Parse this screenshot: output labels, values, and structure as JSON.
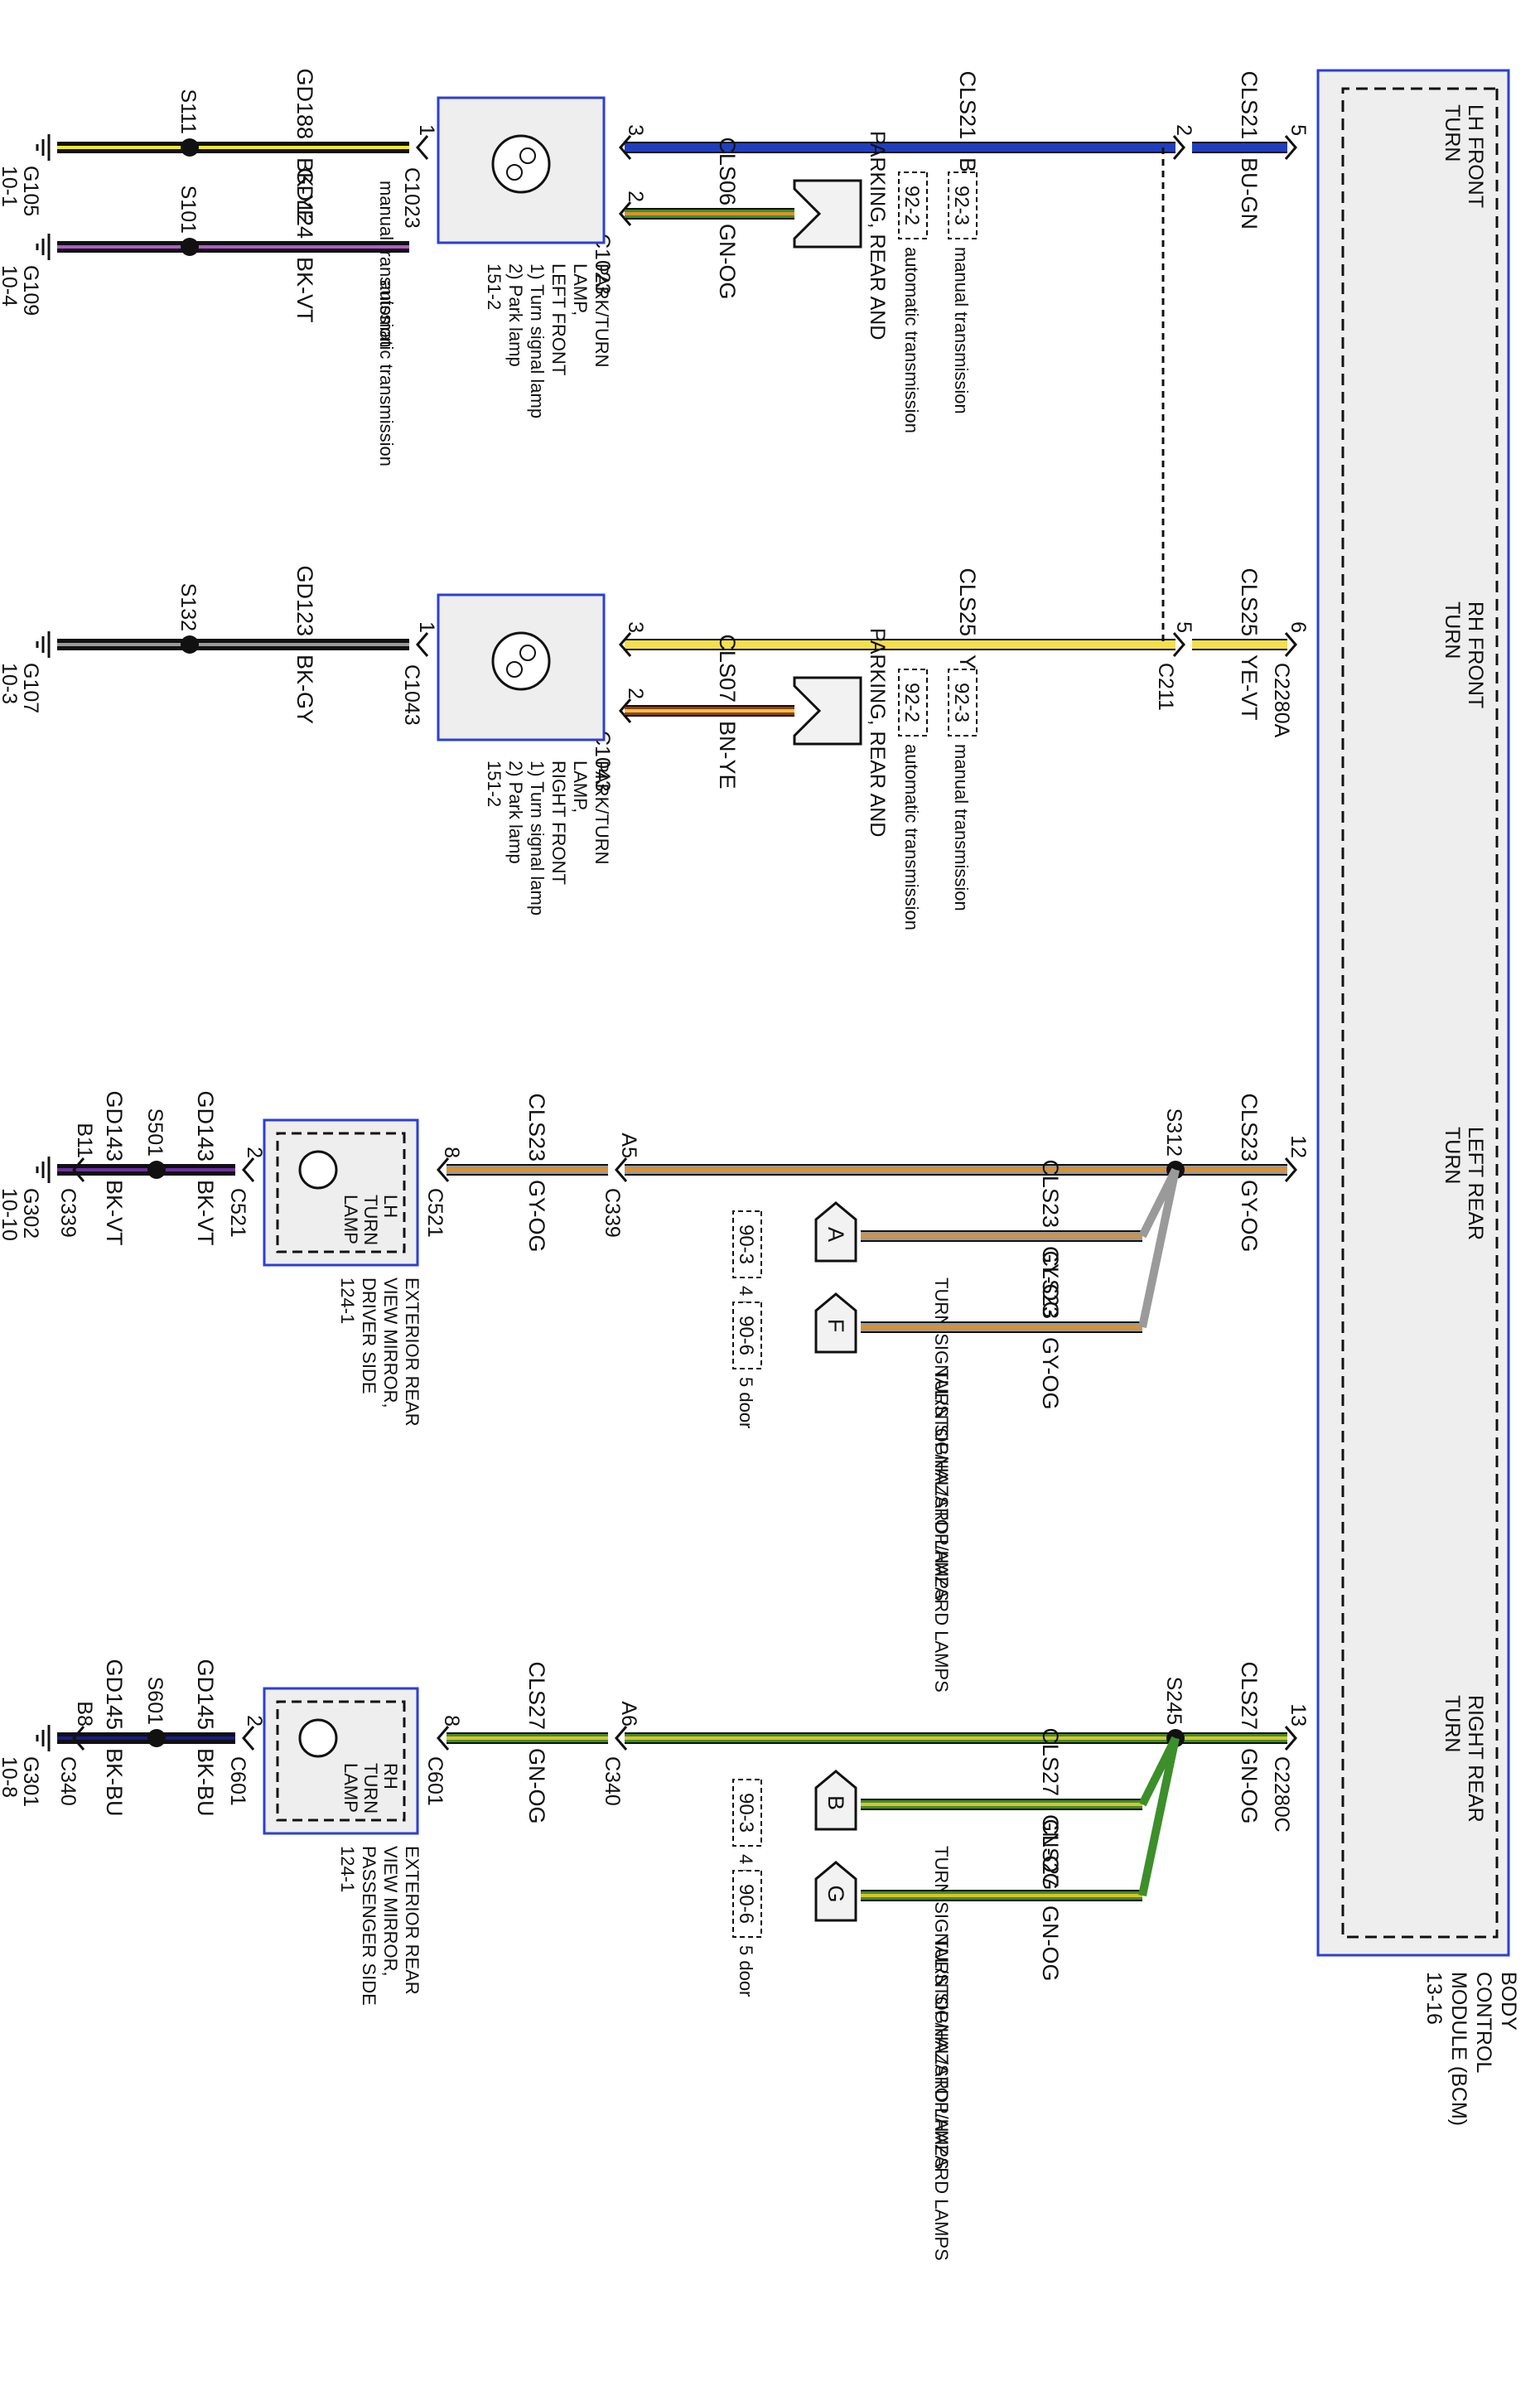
{
  "bcm": {
    "label_lines": [
      "BODY",
      "CONTROL",
      "MODULE (BCM)",
      "13-16"
    ],
    "pins": [
      {
        "name_lines": [
          "LH FRONT",
          "TURN"
        ],
        "pin": "5",
        "connector": ""
      },
      {
        "name_lines": [
          "RH FRONT",
          "TURN"
        ],
        "pin": "6",
        "connector": "C2280A"
      },
      {
        "name_lines": [
          "LEFT REAR",
          "TURN"
        ],
        "pin": "12",
        "connector": ""
      },
      {
        "name_lines": [
          "RIGHT REAR",
          "TURN"
        ],
        "pin": "13",
        "connector": "C2280C"
      }
    ]
  },
  "rows": [
    {
      "id": "lh-front",
      "bcm_wire": {
        "circuit": "CLS21",
        "color": "BU-GN",
        "stripes": [
          "#1f3fbf",
          "#1f3fbf"
        ]
      },
      "inline": {
        "pin_bcm_side": "2",
        "pin_lamp_side": "3",
        "connector": ""
      },
      "lamp_wire": {
        "circuit": "CLS21",
        "color": "BU-GN",
        "stripes": [
          "#1f3fbf",
          "#1f3fbf"
        ]
      },
      "park_wire": {
        "circuit": "CLS06",
        "color": "GN-OG",
        "stripes": [
          "#3c8f2a",
          "#e0902a"
        ],
        "pin": "2",
        "connector": "C1023"
      },
      "park_ref": {
        "title_lines": [
          "PARKING, REAR AND",
          "LICENSE LAMPS"
        ],
        "refs": [
          {
            "page": "92-2",
            "note": [
              "automatic",
              "transmission"
            ]
          },
          {
            "page": "92-3",
            "note": [
              "manual",
              "transmission"
            ]
          }
        ]
      },
      "lamp": {
        "pins": [
          "1",
          "2"
        ],
        "label_lines": [
          "PARK/TURN",
          "LAMP,",
          "LEFT FRONT",
          "1) Turn signal lamp",
          "2) Park lamp",
          "151-2"
        ]
      },
      "ground_pin": {
        "pin": "1",
        "connector": "C1023"
      },
      "grounds": [
        {
          "splice": "S111",
          "circuit": "GD188",
          "color": "BK-YE",
          "ground": "G105",
          "page": "10-1",
          "stripes": [
            "#111111",
            "#f2ea2c"
          ],
          "note": [
            "manual",
            "transmission"
          ]
        },
        {
          "splice": "S101",
          "circuit": "GD124",
          "color": "BK-VT",
          "ground": "G109",
          "page": "10-4",
          "stripes": [
            "#111111",
            "#b25ccc"
          ],
          "note": [
            "automatic",
            "transmission"
          ]
        }
      ]
    },
    {
      "id": "rh-front",
      "bcm_wire": {
        "circuit": "CLS25",
        "color": "YE-VT",
        "stripes": [
          "#f4e04a",
          "#f4e04a"
        ]
      },
      "inline": {
        "pin_bcm_side": "5",
        "pin_lamp_side": "3",
        "connector": "C211"
      },
      "lamp_wire": {
        "circuit": "CLS25",
        "color": "YE-VT",
        "stripes": [
          "#f4e04a",
          "#f4e04a"
        ]
      },
      "park_wire": {
        "circuit": "CLS07",
        "color": "BN-YE",
        "stripes": [
          "#9a3b14",
          "#e8c83a"
        ],
        "pin": "2",
        "connector": "C1043"
      },
      "park_ref": {
        "title_lines": [
          "PARKING, REAR AND",
          "LICENSE LAMPS"
        ],
        "refs": [
          {
            "page": "92-2",
            "note": [
              "automatic",
              "transmission"
            ]
          },
          {
            "page": "92-3",
            "note": [
              "manual",
              "transmission"
            ]
          }
        ]
      },
      "lamp": {
        "pins": [
          "1",
          "2"
        ],
        "label_lines": [
          "PARK/TURN",
          "LAMP,",
          "RIGHT FRONT",
          "1) Turn signal lamp",
          "2) Park lamp",
          "151-2"
        ]
      },
      "ground_pin": {
        "pin": "1",
        "connector": "C1043"
      },
      "grounds": [
        {
          "splice": "S132",
          "circuit": "GD123",
          "color": "BK-GY",
          "ground": "G107",
          "page": "10-3",
          "stripes": [
            "#111111",
            "#9a9a9a"
          ]
        }
      ]
    },
    {
      "id": "left-rear",
      "splice": "S312",
      "bcm_wire": {
        "circuit": "CLS23",
        "color": "GY-OG",
        "stripes": [
          "#9a9a9a",
          "#e0902a"
        ]
      },
      "inline": {
        "pin_bcm_side": "A5",
        "pin_lamp_side": "8",
        "connector_bcm_side": "C339",
        "connector_lamp_side": "C521"
      },
      "branches": [
        {
          "circuit": "CLS23",
          "color": "GY-OG",
          "tag": "A",
          "title": "TURN SIGNAL/STOP/HAZARD LAMPS",
          "page": "90-3",
          "note": "4 door"
        },
        {
          "circuit": "CLS23",
          "color": "GY-OG",
          "tag": "F",
          "title": "TURN SIGNAL/STOP/HAZARD LAMPS",
          "page": "90-6",
          "note": "5 door"
        }
      ],
      "lamp": {
        "inner_lines": [
          "LH",
          "TURN",
          "LAMP"
        ],
        "label_lines": [
          "EXTERIOR REAR",
          "VIEW MIRROR,",
          "DRIVER SIDE",
          "124-1"
        ]
      },
      "ground_pin": {
        "pin": "2",
        "connector": "C521"
      },
      "ground_wire": {
        "circuit": "GD143",
        "color": "BK-VT",
        "stripes": [
          "#111111",
          "#6e2fa0"
        ]
      },
      "ground_splice": "S501",
      "ground_connector": {
        "pin": "B11",
        "connector": "C339"
      },
      "ground": {
        "id": "G302",
        "page": "10-10"
      }
    },
    {
      "id": "right-rear",
      "splice": "S245",
      "bcm_wire": {
        "circuit": "CLS27",
        "color": "GN-OG",
        "stripes": [
          "#3c8f2a",
          "#e0c02a"
        ]
      },
      "inline": {
        "pin_bcm_side": "A6",
        "pin_lamp_side": "8",
        "connector_bcm_side": "C340",
        "connector_lamp_side": "C601"
      },
      "branches": [
        {
          "circuit": "CLS27",
          "color": "GN-OG",
          "tag": "B",
          "title": "TURN SIGNAL/STOP/HAZARD LAMPS",
          "page": "90-3",
          "note": "4 door"
        },
        {
          "circuit": "CLS27",
          "color": "GN-OG",
          "tag": "G",
          "title": "TURN SIGNAL/STOP/HAZARD LAMPS",
          "page": "90-6",
          "note": "5 door"
        }
      ],
      "lamp": {
        "inner_lines": [
          "RH",
          "TURN",
          "LAMP"
        ],
        "label_lines": [
          "EXTERIOR REAR",
          "VIEW MIRROR,",
          "PASSENGER SIDE",
          "124-1"
        ]
      },
      "ground_pin": {
        "pin": "2",
        "connector": "C601"
      },
      "ground_wire": {
        "circuit": "GD145",
        "color": "BK-BU",
        "stripes": [
          "#111111",
          "#1a1a8c"
        ]
      },
      "ground_splice": "S601",
      "ground_connector": {
        "pin": "B8",
        "connector": "C340"
      },
      "ground": {
        "id": "G301",
        "page": "10-8"
      }
    }
  ],
  "colors": {
    "module_border": "#2b3fd6",
    "module_fill": "#eeeeee",
    "line": "#111111"
  }
}
